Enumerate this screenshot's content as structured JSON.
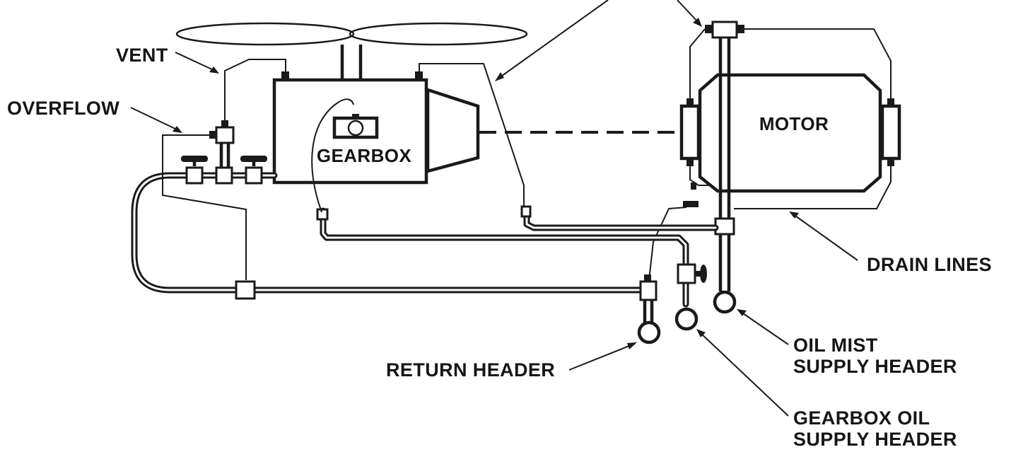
{
  "labels": {
    "vent": "VENT",
    "overflow": "OVERFLOW",
    "gearbox": "GEARBOX",
    "motor": "MOTOR",
    "drain_lines": "DRAIN LINES",
    "return_header": "RETURN HEADER",
    "oil_mist_supply_header_line1": "OIL MIST",
    "oil_mist_supply_header_line2": "SUPPLY HEADER",
    "gearbox_oil_supply_header_line1": "GEARBOX OIL",
    "gearbox_oil_supply_header_line2": "SUPPLY HEADER"
  },
  "colors": {
    "line": "#1a1a1a",
    "background": "#ffffff"
  }
}
